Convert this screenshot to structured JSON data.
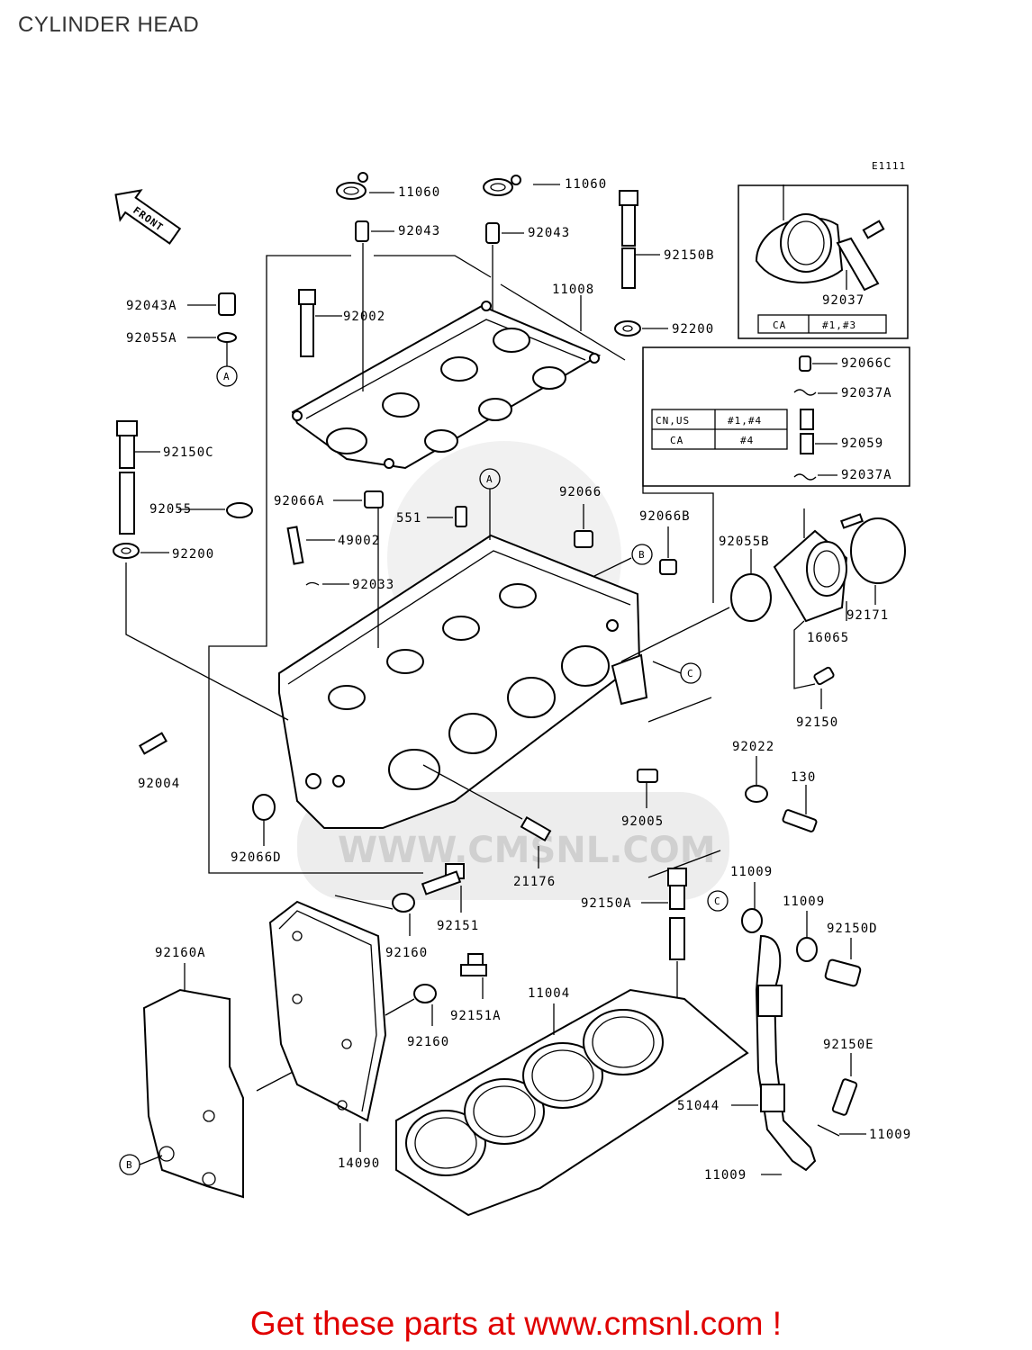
{
  "page_title": "CYLINDER HEAD",
  "diagram_code": "E1111",
  "front_arrow_label": "FRONT",
  "watermark_text": "WWW.CMSNL.COM",
  "cta_text": "Get these parts at www.cmsnl.com !",
  "colors": {
    "cta": "#e00000",
    "title": "#333333",
    "watermark": "#d0d0d0"
  },
  "part_labels": {
    "p11060_a": "11060",
    "p11060_b": "11060",
    "p92043_a": "92043",
    "p92043_b": "92043",
    "p92150B": "92150B",
    "p92043A": "92043A",
    "p92055A": "92055A",
    "p92002": "92002",
    "p11008": "11008",
    "p92200_a": "92200",
    "p92150C": "92150C",
    "p92055": "92055",
    "p92200_b": "92200",
    "p92066A": "92066A",
    "p551": "551",
    "p49002": "49002",
    "p92033": "92033",
    "p92066": "92066",
    "p92066B": "92066B",
    "p92055B": "92055B",
    "p92037": "92037",
    "p92066C": "92066C",
    "p92037A_a": "92037A",
    "p92059": "92059",
    "p92037A_b": "92037A",
    "p92171": "92171",
    "p16065": "16065",
    "p92150": "92150",
    "p92004": "92004",
    "p92022": "92022",
    "p130": "130",
    "p92005": "92005",
    "p92066D": "92066D",
    "p21176": "21176",
    "p11009_a": "11009",
    "p11009_b": "11009",
    "p92150A": "92150A",
    "p92151": "92151",
    "p92160_a": "92160",
    "p92160A": "92160A",
    "p92150D": "92150D",
    "p92151A": "92151A",
    "p11004": "11004",
    "p92160_b": "92160",
    "p92150E": "92150E",
    "p51044": "51044",
    "p11009_c": "11009",
    "p14090": "14090",
    "p11009_d": "11009"
  },
  "ref_markers": {
    "a1": "A",
    "a2": "A",
    "b1": "B",
    "b2": "B",
    "c1": "C",
    "c2": "C"
  },
  "inset_tables": {
    "top": {
      "rows": [
        [
          "CA",
          "#1,#3"
        ]
      ]
    },
    "middle": {
      "rows": [
        [
          "CN,US",
          "#1,#4"
        ],
        [
          "CA",
          "#4"
        ]
      ]
    }
  }
}
